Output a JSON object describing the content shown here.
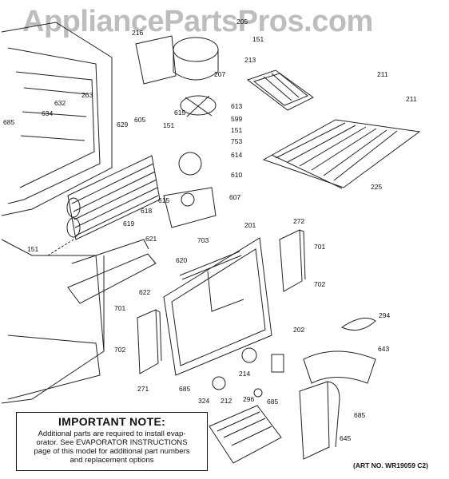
{
  "watermark": "AppliancePartsPros.com",
  "callouts": [
    {
      "id": "c216",
      "label": "216"
    },
    {
      "id": "c205",
      "label": "205"
    },
    {
      "id": "c151a",
      "label": "151"
    },
    {
      "id": "c207",
      "label": "207"
    },
    {
      "id": "c213",
      "label": "213"
    },
    {
      "id": "c211a",
      "label": "211"
    },
    {
      "id": "c211b",
      "label": "211"
    },
    {
      "id": "c203",
      "label": "203"
    },
    {
      "id": "c632",
      "label": "632"
    },
    {
      "id": "c634",
      "label": "634"
    },
    {
      "id": "c685a",
      "label": "685"
    },
    {
      "id": "c615a",
      "label": "615"
    },
    {
      "id": "c613",
      "label": "613"
    },
    {
      "id": "c599",
      "label": "599"
    },
    {
      "id": "c629",
      "label": "629"
    },
    {
      "id": "c605",
      "label": "605"
    },
    {
      "id": "c151b",
      "label": "151"
    },
    {
      "id": "c151c",
      "label": "151"
    },
    {
      "id": "c753",
      "label": "753"
    },
    {
      "id": "c614",
      "label": "614"
    },
    {
      "id": "c610",
      "label": "610"
    },
    {
      "id": "c225",
      "label": "225"
    },
    {
      "id": "c615b",
      "label": "615"
    },
    {
      "id": "c607",
      "label": "607"
    },
    {
      "id": "c618",
      "label": "618"
    },
    {
      "id": "c619",
      "label": "619"
    },
    {
      "id": "c621",
      "label": "621"
    },
    {
      "id": "c151d",
      "label": "151"
    },
    {
      "id": "c201",
      "label": "201"
    },
    {
      "id": "c272",
      "label": "272"
    },
    {
      "id": "c703",
      "label": "703"
    },
    {
      "id": "c701a",
      "label": "701"
    },
    {
      "id": "c620",
      "label": "620"
    },
    {
      "id": "c702a",
      "label": "702"
    },
    {
      "id": "c622",
      "label": "622"
    },
    {
      "id": "c701b",
      "label": "701"
    },
    {
      "id": "c294",
      "label": "294"
    },
    {
      "id": "c202",
      "label": "202"
    },
    {
      "id": "c643",
      "label": "643"
    },
    {
      "id": "c702b",
      "label": "702"
    },
    {
      "id": "c214",
      "label": "214"
    },
    {
      "id": "c271",
      "label": "271"
    },
    {
      "id": "c685b",
      "label": "685"
    },
    {
      "id": "c324",
      "label": "324"
    },
    {
      "id": "c212",
      "label": "212"
    },
    {
      "id": "c296",
      "label": "296"
    },
    {
      "id": "c685c",
      "label": "685"
    },
    {
      "id": "c685d",
      "label": "685"
    },
    {
      "id": "c645",
      "label": "645"
    }
  ],
  "note": {
    "title": "IMPORTANT NOTE:",
    "line1": "Additional parts are required to install evap-",
    "line2": "orator.  See EVAPORATOR INSTRUCTIONS",
    "line3": "page of this model for additional part numbers",
    "line4": "and replacement options"
  },
  "art_no": "(ART NO. WR19059 C2)"
}
